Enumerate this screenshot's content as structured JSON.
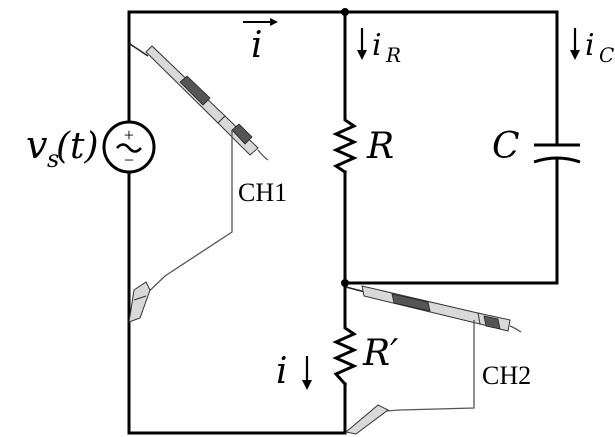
{
  "labels": {
    "source": "v",
    "source_sub": "s",
    "source_arg": "(t)",
    "current_main": "i",
    "current_r": "i",
    "current_r_sub": "R",
    "current_c": "i",
    "current_c_sub": "C",
    "resistor": "R",
    "capacitor": "C",
    "sense_resistor": "R′",
    "current_sense": "i",
    "channel1": "CH1",
    "channel2": "CH2",
    "source_plus": "+",
    "source_minus": "−"
  }
}
